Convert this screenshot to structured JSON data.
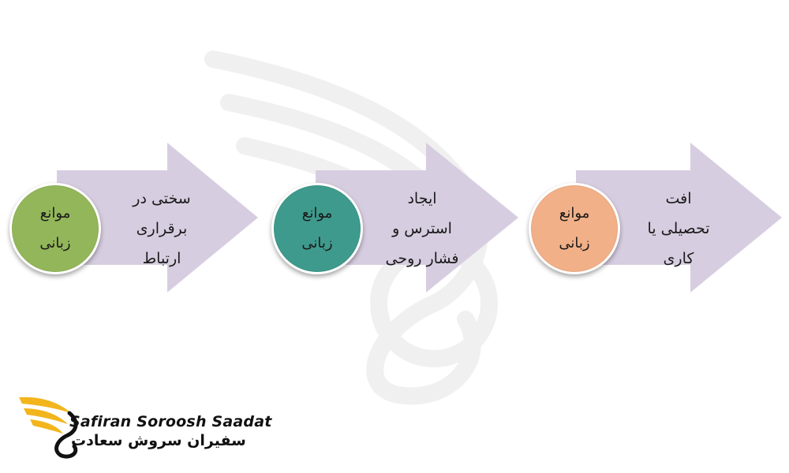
{
  "steps": [
    {
      "circle_lines": [
        "موانع",
        "زبانی"
      ],
      "circle_color": "#93b65a",
      "arrow_lines": [
        "سختی در",
        "برقراری",
        "ارتباط"
      ]
    },
    {
      "circle_lines": [
        "موانع",
        "زبانی"
      ],
      "circle_color": "#3e9a8c",
      "arrow_lines": [
        "ایجاد",
        "استرس و",
        "فشار روحی"
      ]
    },
    {
      "circle_lines": [
        "موانع",
        "زبانی"
      ],
      "circle_color": "#f2b088",
      "arrow_lines": [
        "افت",
        "تحصیلی یا",
        "کاری"
      ]
    }
  ],
  "arrow_color": "#d7cde0",
  "logo": {
    "name_en": "Safiran Soroosh Saadat",
    "name_fa": "سفیران سروش سعادت",
    "wing_color": "#f2b51c",
    "icon": "swan-wing-logo-icon"
  }
}
